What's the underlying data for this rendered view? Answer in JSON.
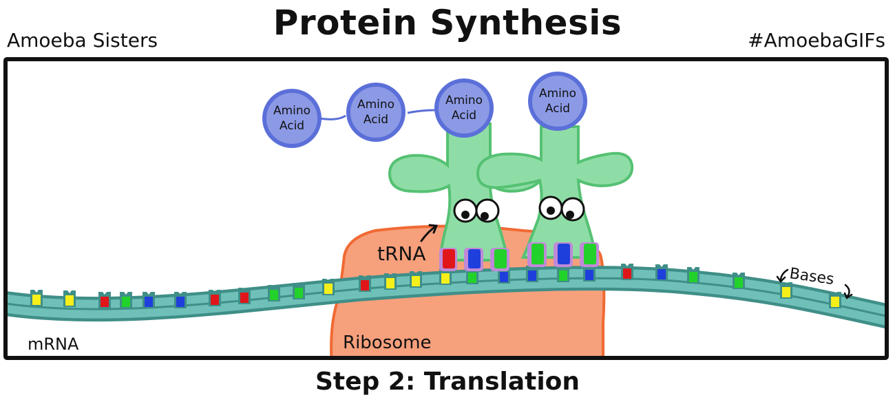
{
  "header": {
    "title": "Protein Synthesis",
    "brand_left": "Amoeba Sisters",
    "brand_right": "#AmoebaGIFs"
  },
  "diagram": {
    "caption": "Step 2: Translation",
    "labels": {
      "trna": "tRNA",
      "ribosome": "Ribosome",
      "mrna": "mRNA",
      "bases": "Bases"
    },
    "amino_acids": [
      {
        "line1": "Amino",
        "line2": "Acid"
      },
      {
        "line1": "Amino",
        "line2": "Acid"
      },
      {
        "line1": "Amino",
        "line2": "Acid"
      },
      {
        "line1": "Amino",
        "line2": "Acid"
      }
    ],
    "colors": {
      "amino_acid_fill": "#8c9ae6",
      "amino_acid_stroke": "#5b6fd9",
      "trna_fill": "#8fdda6",
      "trna_stroke": "#55c173",
      "ribosome_fill": "#f7a07c",
      "ribosome_stroke": "#f06a33",
      "mrna_fill": "#6fc0b9",
      "mrna_stroke": "#3f8f88",
      "base_red": "#e0161a",
      "base_yellow": "#f6ef1a",
      "base_green": "#22d22a",
      "base_blue": "#1f3fdc",
      "frame": "#111111"
    }
  }
}
